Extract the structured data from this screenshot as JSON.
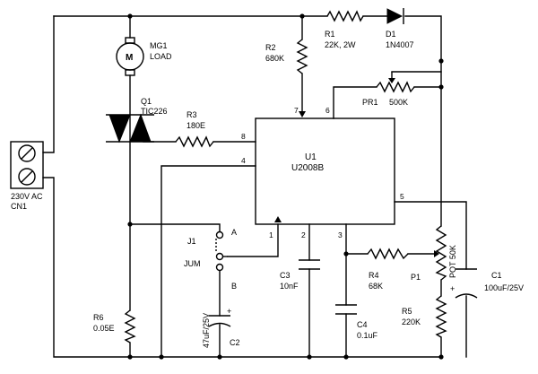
{
  "labels": {
    "mg1_ref": "MG1",
    "mg1_val": "LOAD",
    "motor_glyph": "M",
    "q1_ref": "Q1",
    "q1_val": "TIC226",
    "r1_ref": "R1",
    "r1_val": "22K, 2W",
    "r2_ref": "R2",
    "r2_val": "680K",
    "r3_ref": "R3",
    "r3_val": "180E",
    "d1_ref": "D1",
    "d1_val": "1N4007",
    "pr1_ref": "PR1",
    "pr1_val": "500K",
    "u1_ref": "U1",
    "u1_val": "U2008B",
    "cn1_volt": "230V AC",
    "cn1_ref": "CN1",
    "j1_ref": "J1",
    "jum": "JUM",
    "jum_a": "A",
    "jum_b": "B",
    "c3_ref": "C3",
    "c3_val": "10nF",
    "r4_ref": "R4",
    "r4_val": "68K",
    "p1_ref": "P1",
    "pot_val": "POT 50K",
    "c1_ref": "C1",
    "c1_val": "100uF/25V",
    "r5_ref": "R5",
    "r5_val": "220K",
    "c4_ref": "C4",
    "c4_val": "0.1uF",
    "r6_ref": "R6",
    "r6_val": "0.05E",
    "c2_val": "47uF/25V",
    "c2_ref": "C2",
    "plus": "+",
    "pin1": "1",
    "pin2": "2",
    "pin3": "3",
    "pin4": "4",
    "pin5": "5",
    "pin6": "6",
    "pin7": "7",
    "pin8": "8"
  }
}
